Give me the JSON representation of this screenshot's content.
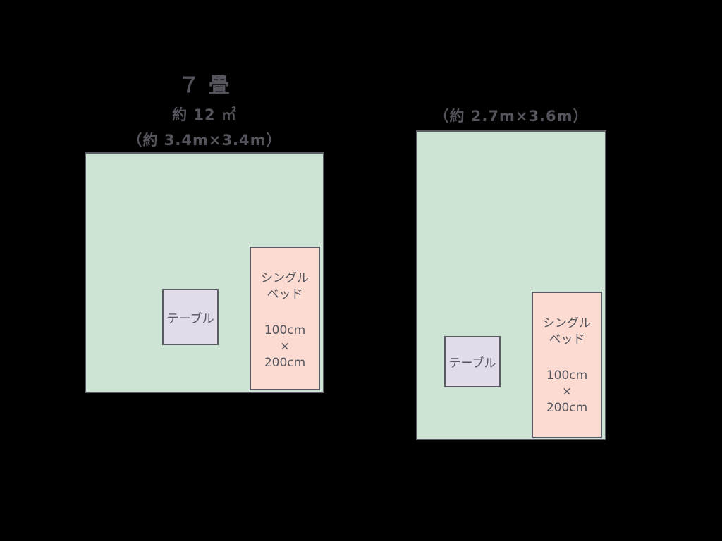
{
  "title": "７ 畳",
  "left_room": {
    "area_label": "約 12 ㎡",
    "dimensions_label": "（約 3.4m×3.4m）",
    "table_label": "テーブル",
    "bed": {
      "name_line1": "シングル",
      "name_line2": "ベッド",
      "size_line1": "100cm",
      "size_line2": "×",
      "size_line3": "200cm"
    }
  },
  "right_room": {
    "dimensions_label": "（約 2.7m×3.6m）",
    "table_label": "テーブル",
    "bed": {
      "name_line1": "シングル",
      "name_line2": "ベッド",
      "size_line1": "100cm",
      "size_line2": "×",
      "size_line3": "200cm"
    }
  },
  "colors": {
    "background": "#000000",
    "room_fill": "#cde4d4",
    "room_border": "#5b5b63",
    "table_fill": "#e2dbe9",
    "bed_fill": "#fcdcd2",
    "text": "#54545c"
  }
}
